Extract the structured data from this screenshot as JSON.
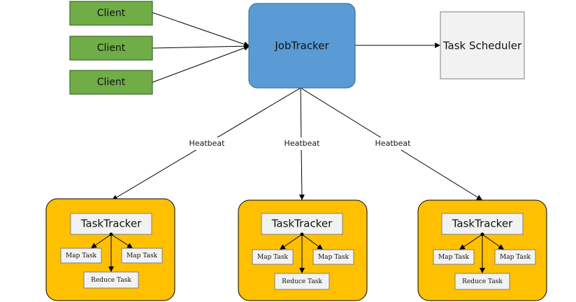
{
  "diagram": {
    "colors": {
      "client_fill": "#70AD47",
      "client_stroke": "#3D6B2C",
      "jobtracker_fill": "#5B9BD5",
      "jobtracker_stroke": "#41719C",
      "scheduler_fill": "#F2F2F2",
      "scheduler_stroke": "#7F7F7F",
      "tracker_group_fill": "#FFC000",
      "tracker_group_stroke": "#000000",
      "inner_box_fill": "#F2F2F2",
      "inner_box_stroke": "#7F7F7F",
      "line": "#000000"
    },
    "clients": [
      {
        "label": "Client"
      },
      {
        "label": "Client"
      },
      {
        "label": "Client"
      }
    ],
    "jobtracker": {
      "label": "JobTracker"
    },
    "scheduler": {
      "label": "Task Scheduler"
    },
    "heartbeat_label": "Heatbeat",
    "tasktrackers": [
      {
        "title": "TaskTracker",
        "map_tasks": [
          "Map Task",
          "Map Task"
        ],
        "reduce_task": "Reduce Task"
      },
      {
        "title": "TaskTracker",
        "map_tasks": [
          "Map Task",
          "Map Task"
        ],
        "reduce_task": "Reduce Task"
      },
      {
        "title": "TaskTracker",
        "map_tasks": [
          "Map Task",
          "Map Task"
        ],
        "reduce_task": "Reduce Task"
      }
    ]
  }
}
